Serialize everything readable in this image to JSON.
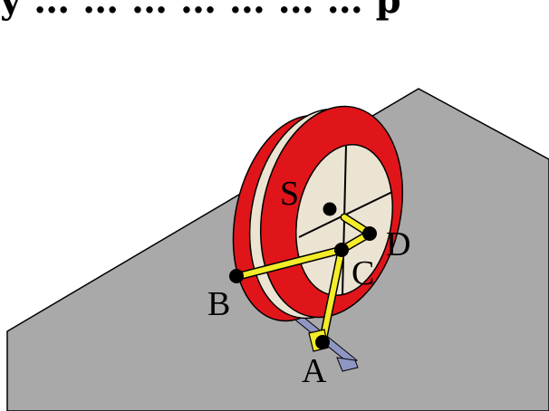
{
  "header_text": "y … … … … … … … p",
  "labels": {
    "S": "S",
    "D": "D",
    "C": "C",
    "B": "B",
    "A": "A"
  },
  "colors": {
    "ground": "#a9a9a9",
    "wheel_rim": "#e0151a",
    "wheel_face": "#ece4d2",
    "linkage": "#f3ec28",
    "rail": "#9096c3",
    "joint": "#000000"
  }
}
